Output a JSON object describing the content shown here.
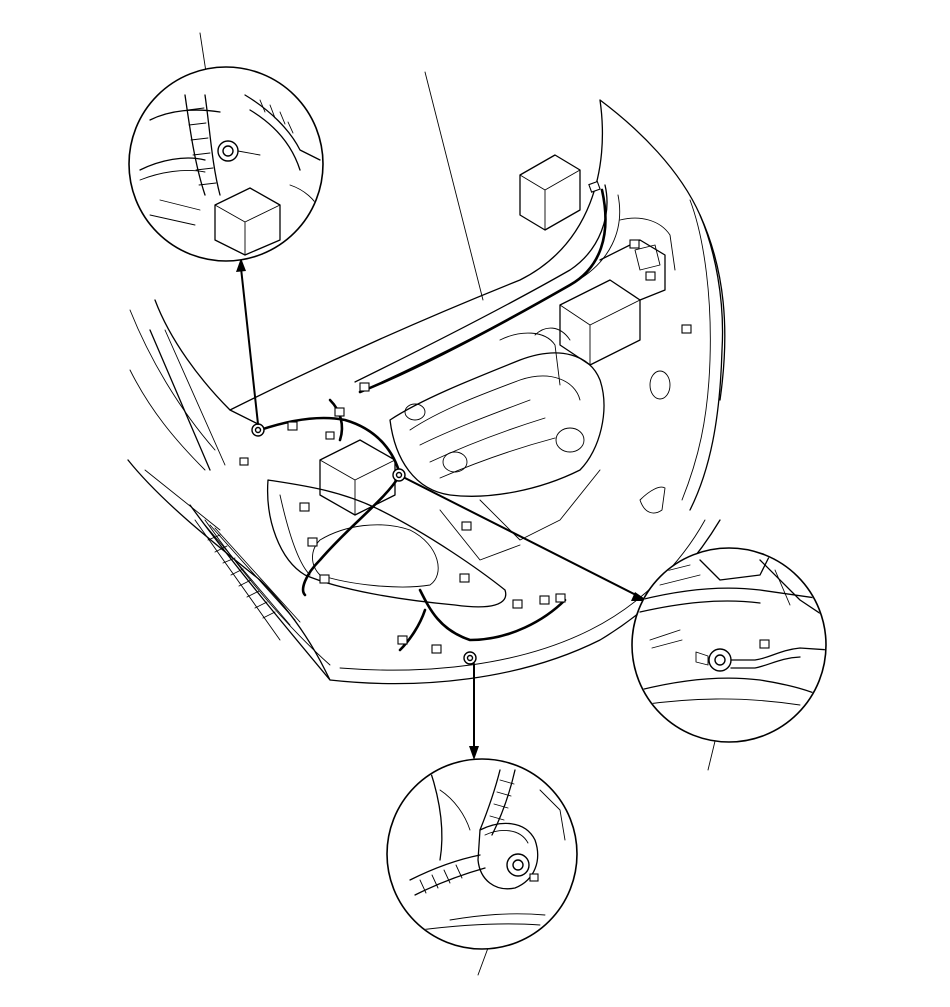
{
  "diagram": {
    "kind": "engine-compartment ground location illustration",
    "callouts": [
      {
        "id": "upper-left-detail",
        "connected_to": "left-fender-ground-point"
      },
      {
        "id": "right-detail",
        "connected_to": "engine-ground-point"
      },
      {
        "id": "bottom-detail",
        "connected_to": "front-bumper-ground-point"
      }
    ],
    "leader_lines": 4,
    "colors": {
      "line": "#000000",
      "background": "#ffffff"
    }
  }
}
